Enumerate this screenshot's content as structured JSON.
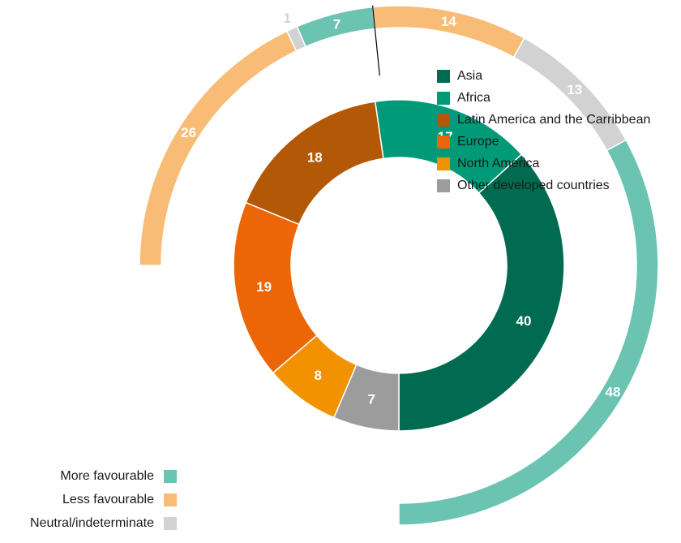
{
  "chart_data": {
    "type": "donut",
    "rings": [
      {
        "name": "",
        "segments": [
          {
            "label": "Asia",
            "value": 40,
            "color": "#006b51"
          },
          {
            "label": "Africa",
            "value": 17,
            "color": "#009a78"
          },
          {
            "label": "Latin America and the Carribbean",
            "value": 18,
            "color": "#b35806"
          },
          {
            "label": "Europe",
            "value": 19,
            "color": "#ec6608"
          },
          {
            "label": "North America",
            "value": 8,
            "color": "#f39200"
          },
          {
            "label": "Other developed countries",
            "value": 7,
            "color": "#9d9c9c"
          }
        ]
      },
      {
        "name": "",
        "segments": [
          {
            "label": "More favourable",
            "value": 48,
            "color": "#6bc3b1"
          },
          {
            "label": "Neutral/indeterminate",
            "value": 13,
            "color": "#d2d2d2"
          },
          {
            "label": "Less favourable",
            "value": 14,
            "color": "#f8bc76"
          },
          {
            "label": "More favourable",
            "value": 7,
            "color": "#6bc3b1"
          },
          {
            "label": "Neutral/indeterminate",
            "value": 1,
            "color": "#d2d2d2"
          },
          {
            "label": "Less favourable",
            "value": 26,
            "color": "#f8bc76"
          }
        ]
      }
    ],
    "legend_regions": [
      {
        "label": "Asia",
        "color": "#006b51"
      },
      {
        "label": "Africa",
        "color": "#009a78"
      },
      {
        "label": "Latin America and the Carribbean",
        "color": "#b35806"
      },
      {
        "label": "Europe",
        "color": "#ec6608"
      },
      {
        "label": "North America",
        "color": "#f39200"
      },
      {
        "label": "Other developed countries",
        "color": "#9d9c9c"
      }
    ],
    "legend_outcomes": [
      {
        "label": "More favourable",
        "color": "#6bc3b1"
      },
      {
        "label": "Less favourable",
        "color": "#f8bc76"
      },
      {
        "label": "Neutral/indeterminate",
        "color": "#d2d2d2"
      }
    ],
    "legend_placement": {
      "regions": "top-right",
      "outcomes": "bottom-left"
    }
  }
}
